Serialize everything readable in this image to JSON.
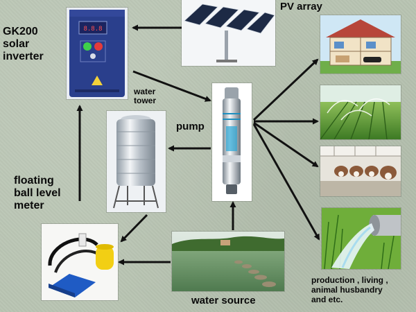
{
  "labels": {
    "inverter": [
      "GK200",
      "solar",
      "inverter"
    ],
    "pv_array": "PV array",
    "water_tower": [
      "water",
      "tower"
    ],
    "pump": "pump",
    "float_meter": [
      "floating",
      "ball level",
      "meter"
    ],
    "water_source": "water source",
    "uses": [
      "production , living ,",
      "animal husbandry",
      "and etc."
    ]
  },
  "icons": {
    "inverter": "solar-inverter-device-icon",
    "pv_array": "solar-panel-array-icon",
    "pump": "submersible-pump-icon",
    "water_tower": "stainless-water-tank-icon",
    "float_meter": "float-switch-icon",
    "water_source": "pond-water-source-icon",
    "house": "house-cutaway-icon",
    "irrigation": "farmland-irrigation-icon",
    "livestock": "cattle-barn-icon",
    "outflow": "water-outflow-icon"
  },
  "colors": {
    "background": "#b9c5b3",
    "arrow": "#111111",
    "text": "#0a0a0a",
    "inverter_body": "#2a3f8c"
  }
}
